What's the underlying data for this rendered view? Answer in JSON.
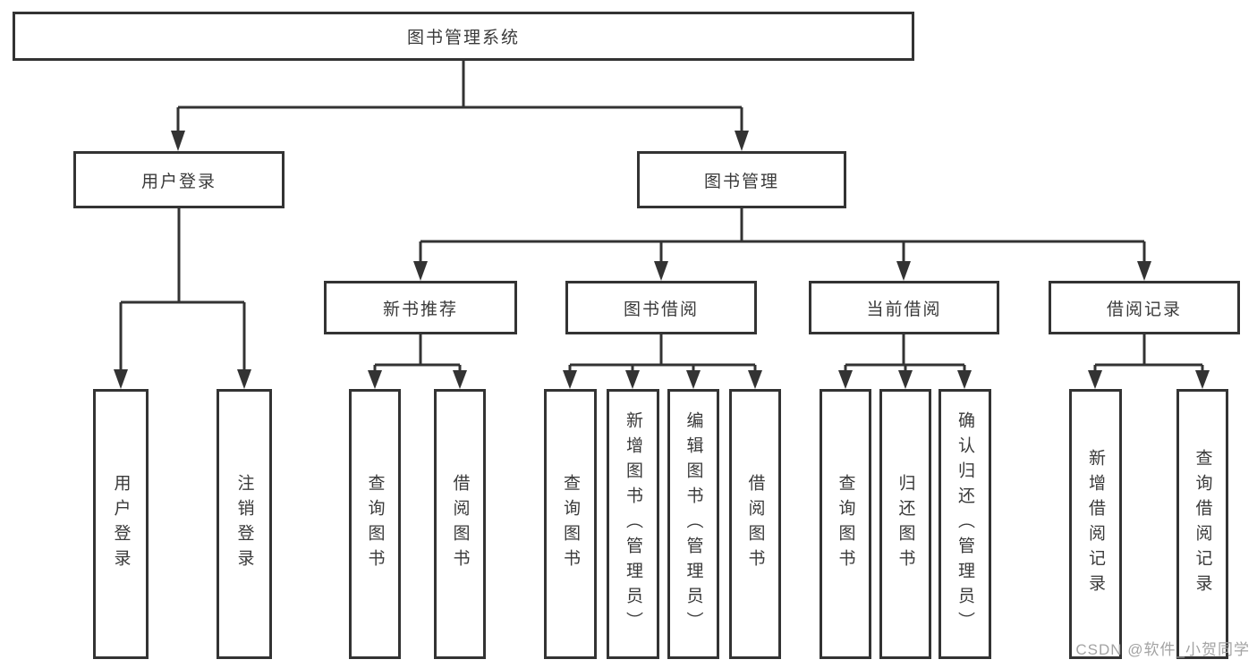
{
  "tree": {
    "root": {
      "label": "图书管理系统"
    },
    "level2": [
      {
        "label": "用户登录",
        "children": [
          {
            "label": "用户登录"
          },
          {
            "label": "注销登录"
          }
        ]
      },
      {
        "label": "图书管理",
        "children": [
          {
            "label": "新书推荐",
            "children": [
              {
                "label": "查询图书"
              },
              {
                "label": "借阅图书"
              }
            ]
          },
          {
            "label": "图书借阅",
            "children": [
              {
                "label": "查询图书"
              },
              {
                "label": "新增图书（管理员）"
              },
              {
                "label": "编辑图书（管理员）"
              },
              {
                "label": "借阅图书"
              }
            ]
          },
          {
            "label": "当前借阅",
            "children": [
              {
                "label": "查询图书"
              },
              {
                "label": "归还图书"
              },
              {
                "label": "确认归还（管理员）"
              }
            ]
          },
          {
            "label": "借阅记录",
            "children": [
              {
                "label": "新增借阅记录"
              },
              {
                "label": "查询借阅记录"
              }
            ]
          }
        ]
      }
    ]
  },
  "watermark": "CSDN @软件_小贺同学",
  "colors": {
    "line": "#333333",
    "box_border": "#333333",
    "text": "#3a3a3a",
    "watermark": "#a3a3a3",
    "background": "#ffffff"
  }
}
